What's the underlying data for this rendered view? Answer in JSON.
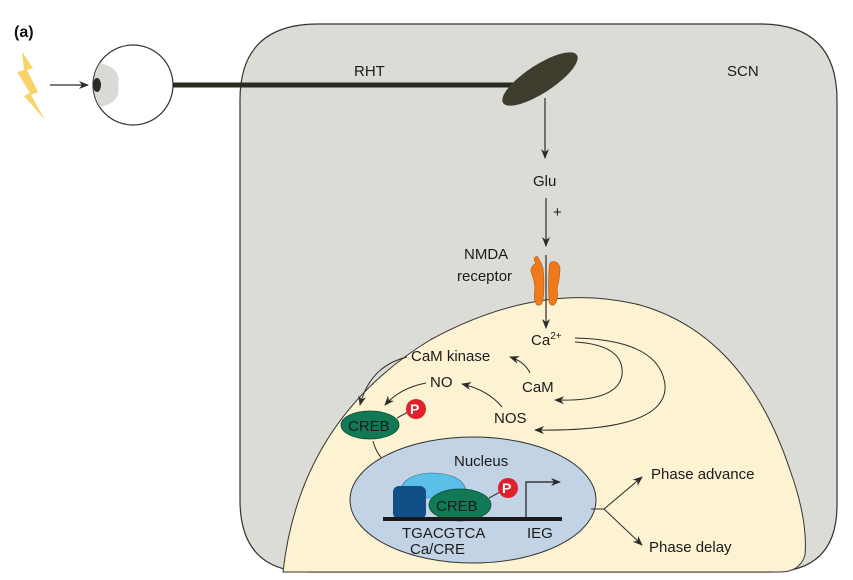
{
  "panel_label": "(a)",
  "labels": {
    "rht": "RHT",
    "scn": "SCN",
    "glu": "Glu",
    "plus": "+",
    "nmda_line1": "NMDA",
    "nmda_line2": "receptor",
    "ca": "Ca",
    "ca_sup": "2+",
    "cam_kinase": "CaM kinase",
    "no": "NO",
    "cam": "CaM",
    "nos": "NOS",
    "creb_cyto": "CREB",
    "phospho_cyto": "P",
    "nucleus": "Nucleus",
    "creb_nuc": "CREB",
    "phospho_nuc": "P",
    "cre_seq": "TGACGTCA",
    "cre_name": "Ca/CRE",
    "ieg": "IEG",
    "phase_advance": "Phase advance",
    "phase_delay": "Phase delay"
  },
  "colors": {
    "scn_fill": "#dcdcd6",
    "cell_fill": "#fdf3d3",
    "nucleus_fill": "#c3d3e6",
    "creb_fill": "#117a55",
    "phospho_fill": "#e0202a",
    "nmda_fill": "#ee7a1c",
    "terminal_fill": "#3f3d2e",
    "coactivator_light": "#5bc0e8",
    "coactivator_dark": "#114f86",
    "lightning": "#f7d36a"
  }
}
